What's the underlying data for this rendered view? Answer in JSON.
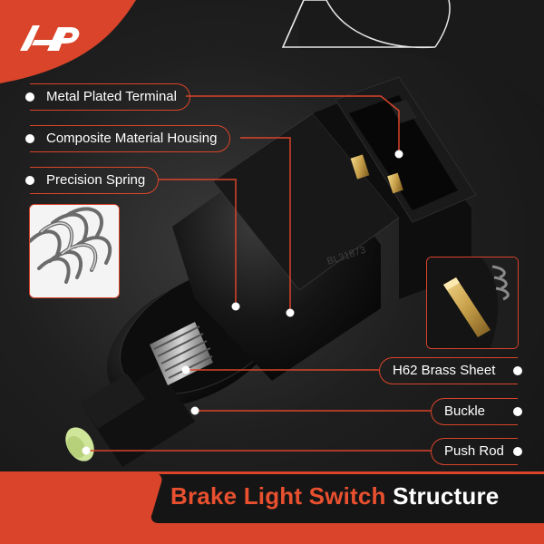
{
  "brand": {
    "logo_text": "A-P",
    "accent_color": "#d9442a",
    "title_accent_color": "#e8502f"
  },
  "labels": {
    "metal_terminal": "Metal Plated Terminal",
    "housing": "Composite Material Housing",
    "spring": "Precision Spring",
    "brass_sheet": "H62 Brass Sheet",
    "buckle": "Buckle",
    "push_rod": "Push Rod"
  },
  "product": {
    "part_marking": "BL31873"
  },
  "footer": {
    "title_part1": "Brake Light Switch",
    "title_part2": "Structure"
  },
  "icons": {
    "logo": "ap-logo-icon",
    "spring_inset": "spring-closeup-image",
    "brass_inset": "brass-sheet-closeup-image"
  }
}
